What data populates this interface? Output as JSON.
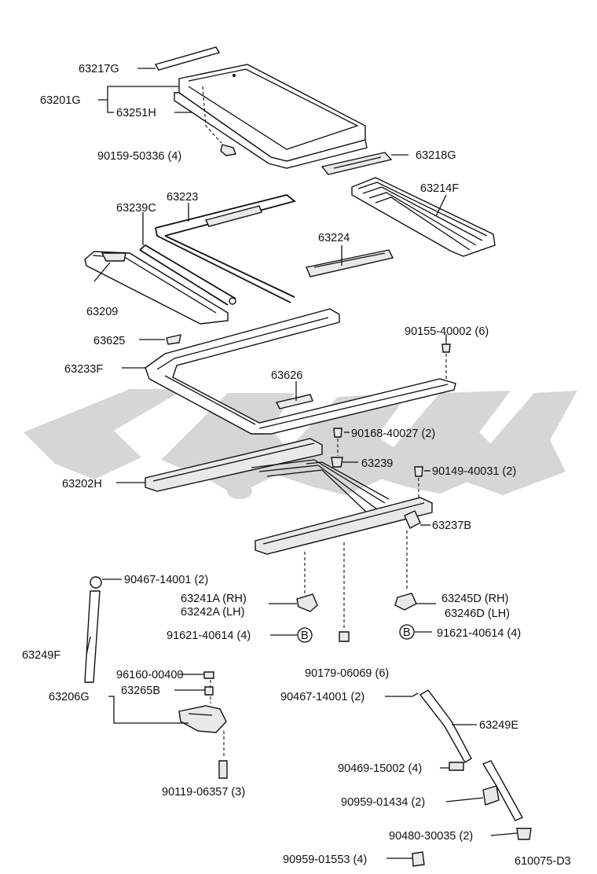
{
  "diagram_id": "610075-D3",
  "parts": {
    "p63217G": "63217G",
    "p63201G": "63201G",
    "p63251H": "63251H",
    "p90159": "90159-50336 (4)",
    "p63218G": "63218G",
    "p63214F": "63214F",
    "p63223": "63223",
    "p63239C": "63239C",
    "p63224": "63224",
    "p63209": "63209",
    "p90155": "90155-40002 (6)",
    "p63625": "63625",
    "p63233F": "63233F",
    "p63626": "63626",
    "p90168": "90168-40027 (2)",
    "p63239": "63239",
    "p90149": "90149-40031 (2)",
    "p63202H": "63202H",
    "p63237B": "63237B",
    "p90467a": "90467-14001 (2)",
    "p63241A": "63241A (RH)",
    "p63242A": "63242A (LH)",
    "p63245D": "63245D (RH)",
    "p63246D": "63246D (LH)",
    "p91621a": "91621-40614 (4)",
    "p91621b": "91621-40614 (4)",
    "markB": "B",
    "p63249F": "63249F",
    "p90179": "90179-06069 (6)",
    "p96160": "96160-00400",
    "p63206G": "63206G",
    "p63265B": "63265B",
    "p90467b": "90467-14001 (2)",
    "p63249E": "63249E",
    "p90469": "90469-15002 (4)",
    "p90119": "90119-06357 (3)",
    "p90959a": "90959-01434 (2)",
    "p90480": "90480-30035 (2)",
    "p90959b": "90959-01553 (4)"
  }
}
